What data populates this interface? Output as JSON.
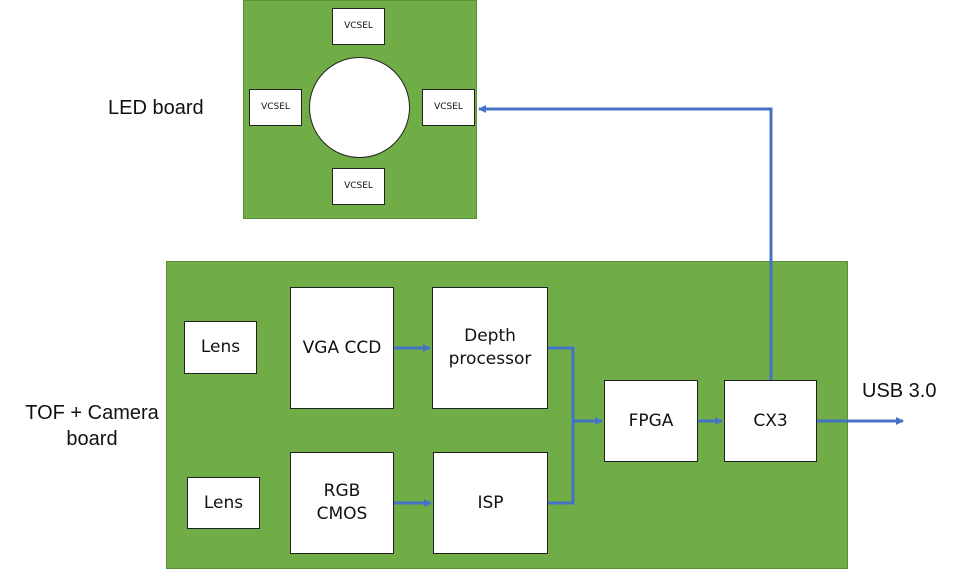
{
  "diagram": {
    "led_board": {
      "label": "LED board",
      "vcsels": [
        "VCSEL",
        "VCSEL",
        "VCSEL",
        "VCSEL"
      ]
    },
    "camera_board": {
      "label_line1": "TOF + Camera",
      "label_line2": "board",
      "lens_top": "Lens",
      "lens_bottom": "Lens",
      "vga_ccd": "VGA CCD",
      "depth_processor_line1": "Depth",
      "depth_processor_line2": "processor",
      "rgb_cmos_line1": "RGB",
      "rgb_cmos_line2": "CMOS",
      "isp": "ISP",
      "fpga": "FPGA",
      "cx3": "CX3"
    },
    "output_label": "USB 3.0",
    "connector_color": "#4472c4",
    "board_color": "#70ad47"
  }
}
